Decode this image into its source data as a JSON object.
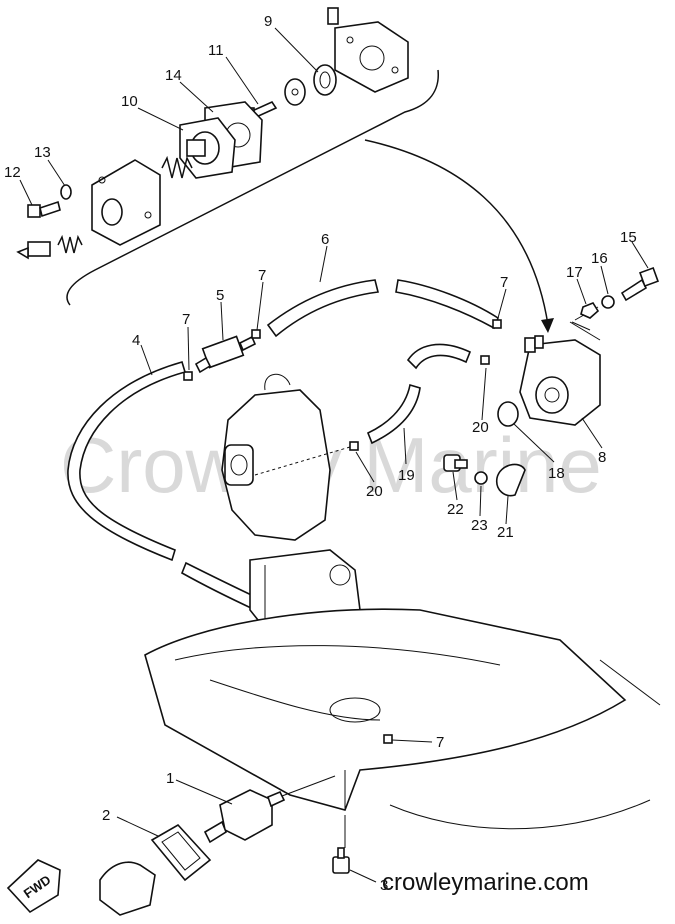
{
  "watermark": "Crowley Marine",
  "site_url": "crowleymarine.com",
  "fwd_label": "FWD",
  "callouts": {
    "c1": "1",
    "c2": "2",
    "c3": "3",
    "c4": "4",
    "c5": "5",
    "c6": "6",
    "c7a": "7",
    "c7b": "7",
    "c7c": "7",
    "c7d": "7",
    "c8": "8",
    "c9": "9",
    "c10": "10",
    "c11": "11",
    "c12": "12",
    "c13": "13",
    "c14": "14",
    "c15": "15",
    "c16": "16",
    "c17": "17",
    "c18": "18",
    "c19": "19",
    "c20a": "20",
    "c20b": "20",
    "c21": "21",
    "c22": "22",
    "c23": "23"
  }
}
